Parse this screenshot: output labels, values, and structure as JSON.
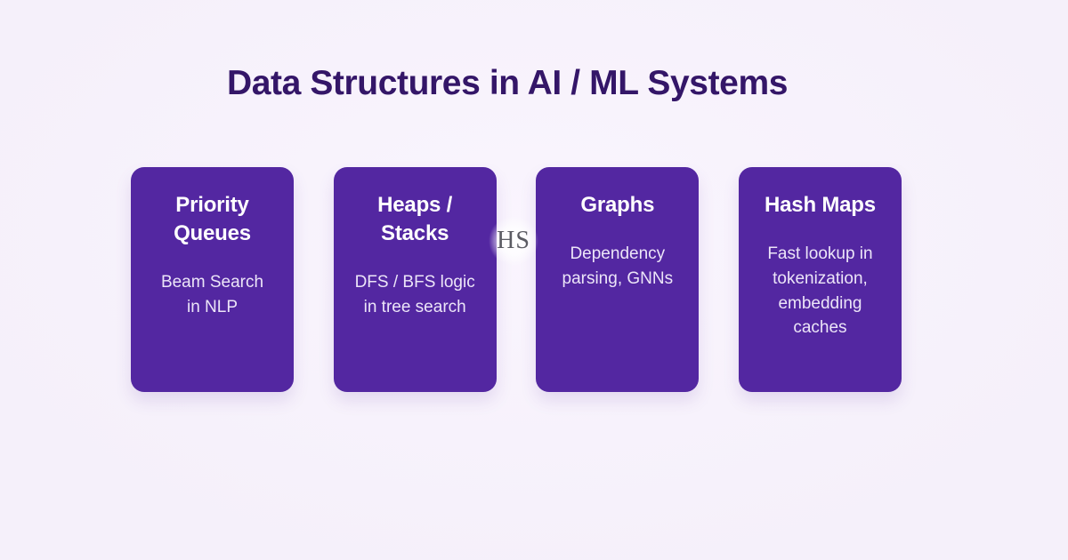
{
  "page": {
    "title": "Data Structures in AI / ML Systems",
    "watermark": "HS"
  },
  "cards": [
    {
      "title": "Priority\nQueues",
      "body": "Beam Search\nin NLP"
    },
    {
      "title": "Heaps /\nStacks",
      "body": "DFS / BFS logic\nin tree search"
    },
    {
      "title": "Graphs",
      "body": "Dependency\nparsing, GNNs"
    },
    {
      "title": "Hash Maps",
      "body": "Fast lookup in\ntokenization,\nembedding\ncaches"
    }
  ],
  "colors": {
    "background": "#f5f0fa",
    "background_highlight": "#faf5fe",
    "card_bg": "#5327a1",
    "title_color": "#341668",
    "card_title_color": "#ffffff",
    "card_body_color": "#ece5f8",
    "watermark_color": "#5c5c64"
  }
}
